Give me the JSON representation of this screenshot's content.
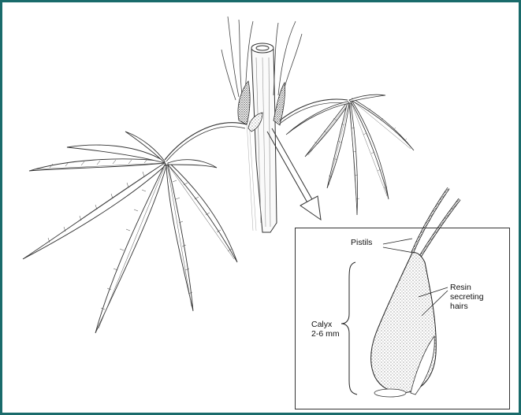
{
  "frame": {
    "border_color": "#1a6b6b"
  },
  "labels": {
    "pistils": "Pistils",
    "resin_line1": "Resin",
    "resin_line2": "secreting",
    "resin_line3": "hairs",
    "calyx_line1": "Calyx",
    "calyx_line2": "2-6 mm"
  }
}
